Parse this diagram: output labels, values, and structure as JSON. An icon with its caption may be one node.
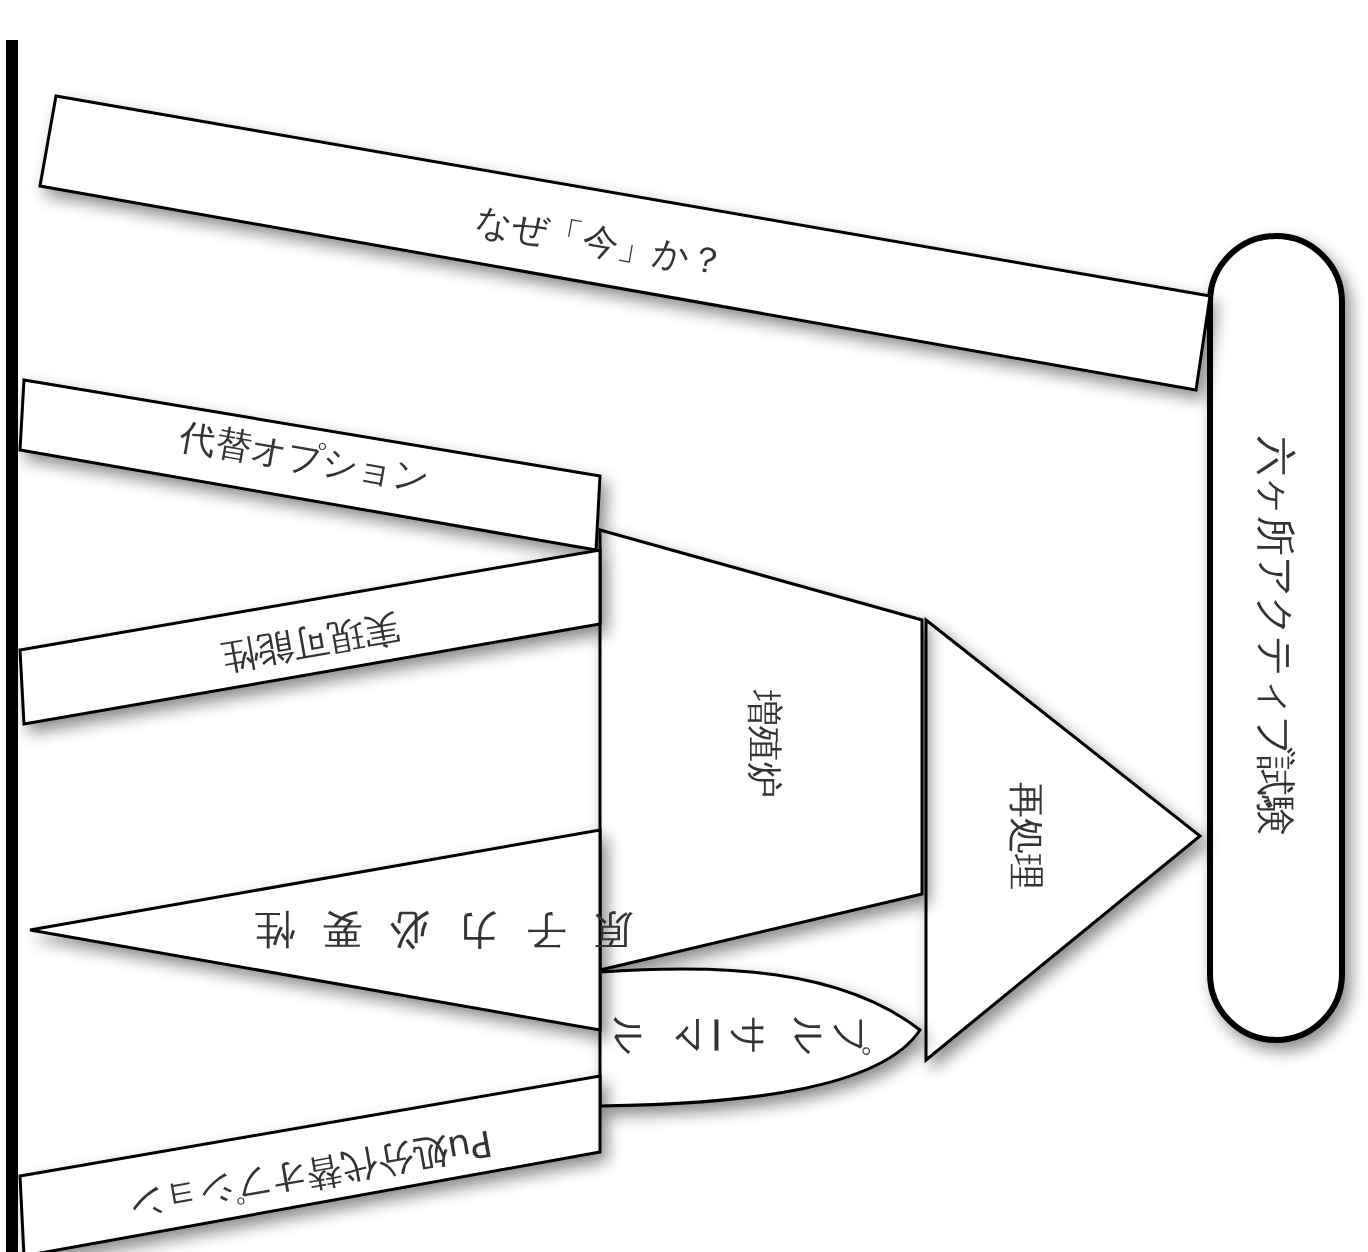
{
  "diagram": {
    "nodes": [
      {
        "text": [
          "六ヶ所アクティブ試験"
        ]
      },
      {
        "text": [
          "なぜ「今」か？"
        ]
      },
      {
        "text": [
          "再処理"
        ]
      },
      {
        "text": [
          "増殖炉"
        ]
      },
      {
        "text": [
          "プルサーマル"
        ]
      },
      {
        "text": [
          "代替オプション"
        ]
      },
      {
        "text": [
          "実現可能性"
        ]
      },
      {
        "text": [
          "原子力必要性"
        ]
      },
      {
        "text": [
          "Pu処分代替オプション"
        ]
      }
    ]
  }
}
